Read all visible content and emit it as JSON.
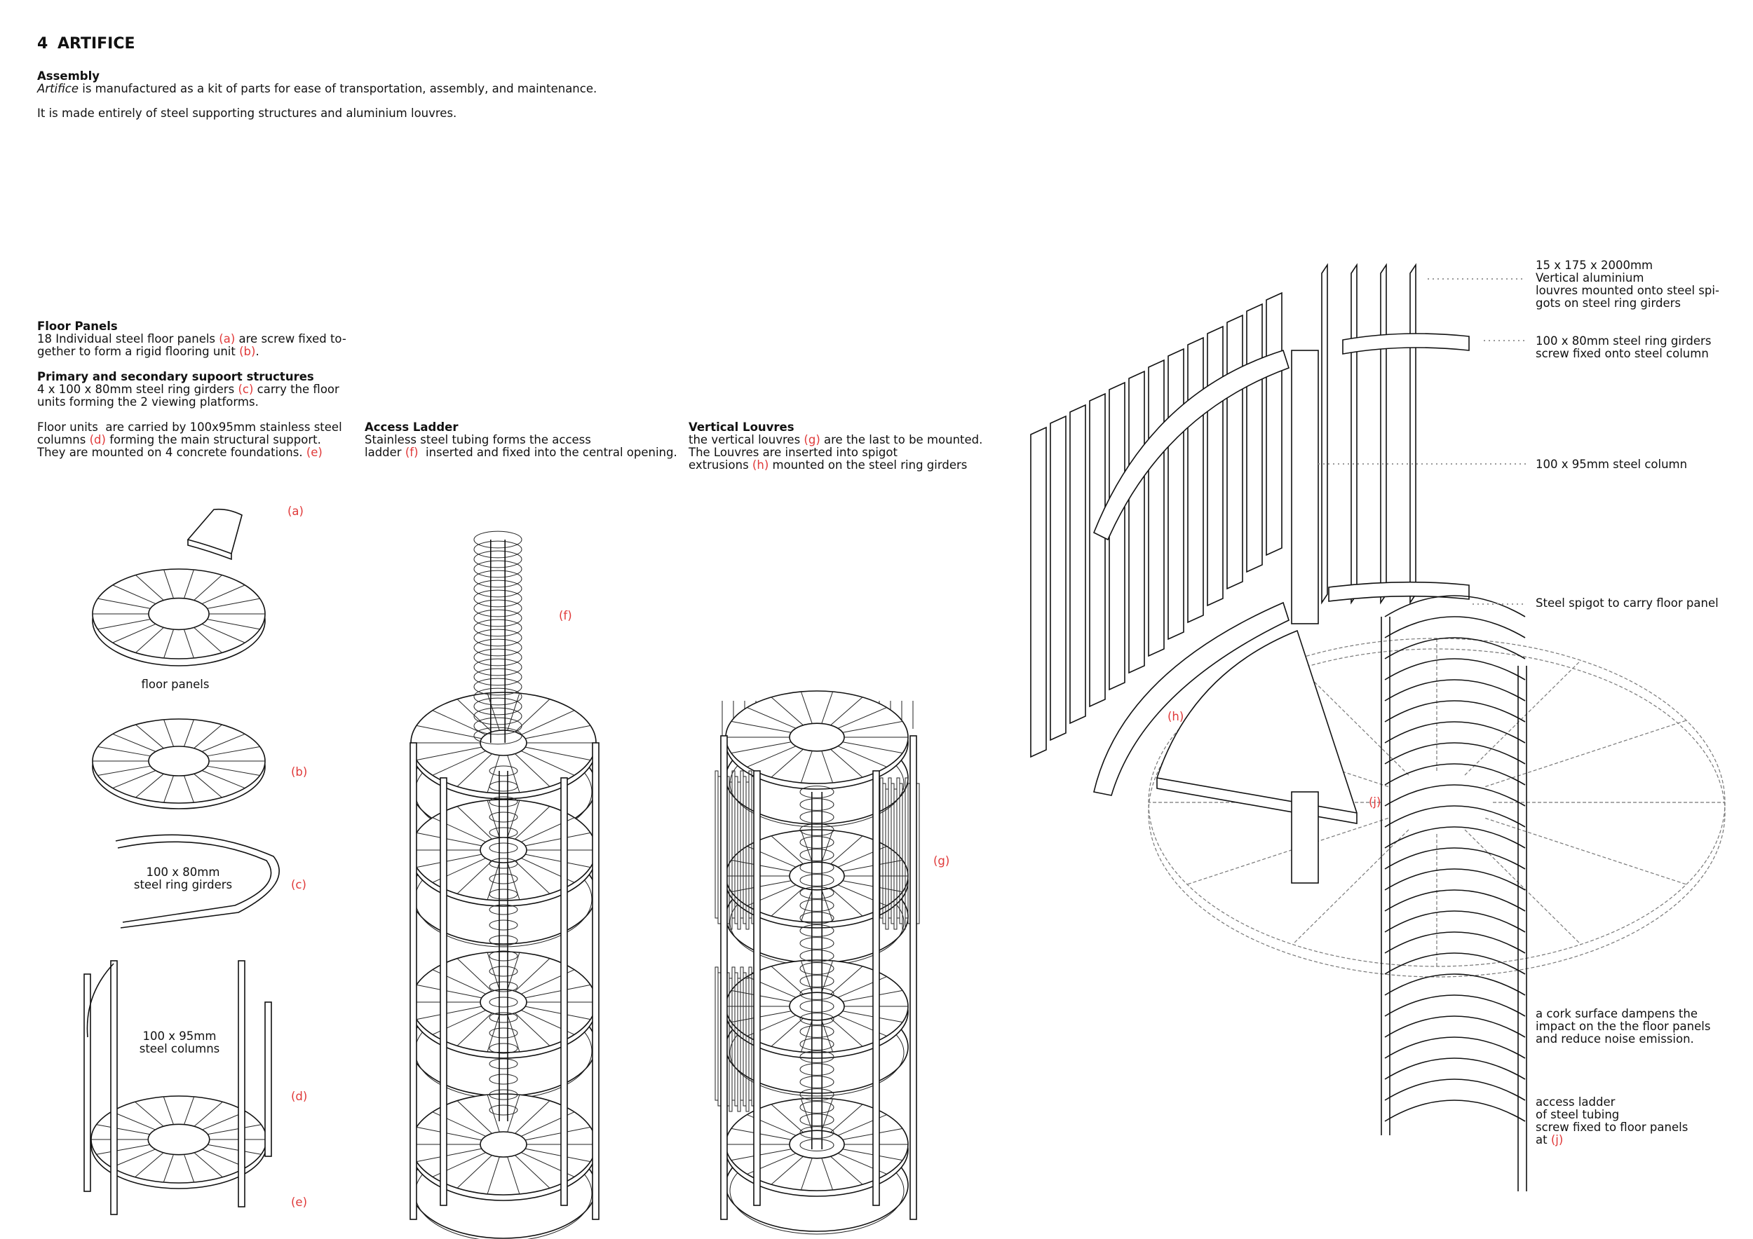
{
  "title": "4  ARTIFICE",
  "assembly": {
    "heading": "Assembly",
    "line1_em": "Artifice",
    "line1_rest": " is manufactured as a kit of parts for ease of transportation, assembly, and maintenance.",
    "line2": "It is made entirely of steel supporting structures and aluminium louvres."
  },
  "floor_panels": {
    "heading": "Floor Panels",
    "l1a": "18 Individual steel floor panels ",
    "l1b": "(a)",
    "l1c": " are screw fixed to-",
    "l2a": "gether to form a rigid flooring unit ",
    "l2b": "(b)",
    "l2c": "."
  },
  "support": {
    "heading": "Primary and secondary supoort structures",
    "l1a": "4 x 100 x 80mm steel ring girders ",
    "l1b": "(c)",
    "l1c": " carry the floor",
    "l2": "units forming the 2 viewing platforms.",
    "l3": "Floor units  are carried by 100x95mm stainless steel",
    "l4a": "columns ",
    "l4b": "(d)",
    "l4c": " forming the main structural support.",
    "l5a": "They are mounted on 4 concrete foundations. ",
    "l5b": "(e)"
  },
  "ladder": {
    "heading": "Access Ladder",
    "l1": "Stainless steel tubing forms the access",
    "l2a": "ladder ",
    "l2b": "(f)",
    "l2c": "  inserted and fixed into the central opening."
  },
  "louvres": {
    "heading": "Vertical Louvres",
    "l1a": "the vertical louvres ",
    "l1b": "(g)",
    "l1c": " are the last to be mounted.",
    "l2": "The Louvres are inserted into spigot",
    "l3a": "extrusions ",
    "l3b": "(h)",
    "l3c": " mounted on the steel ring girders"
  },
  "labels": {
    "a": "(a)",
    "b": "(b)",
    "c": "(c)",
    "d": "(d)",
    "e": "(e)",
    "f": "(f)",
    "g": "(g)",
    "h": "(h)",
    "j": "(j)"
  },
  "captions": {
    "floor_panels": "floor panels",
    "ring_girders": "100 x 80mm\nsteel ring girders",
    "columns": "100 x 95mm\nsteel columns"
  },
  "annotations": {
    "louvre": "15 x 175 x 2000mm\nVertical aluminium\nlouvres mounted onto steel spi-\ngots on steel ring girders",
    "girder": "100 x 80mm steel ring girders\nscrew fixed onto steel column",
    "column": "100 x 95mm steel column",
    "spigot": "Steel spigot to carry floor panel",
    "cork": "a cork surface dampens the\nimpact on the the floor panels\nand reduce noise emission.",
    "ladder_a": "access ladder\nof steel tubing\nscrew fixed to floor panels\nat ",
    "ladder_b": "(j)"
  },
  "colors": {
    "accent": "#e03a3a",
    "ink": "#111111"
  }
}
